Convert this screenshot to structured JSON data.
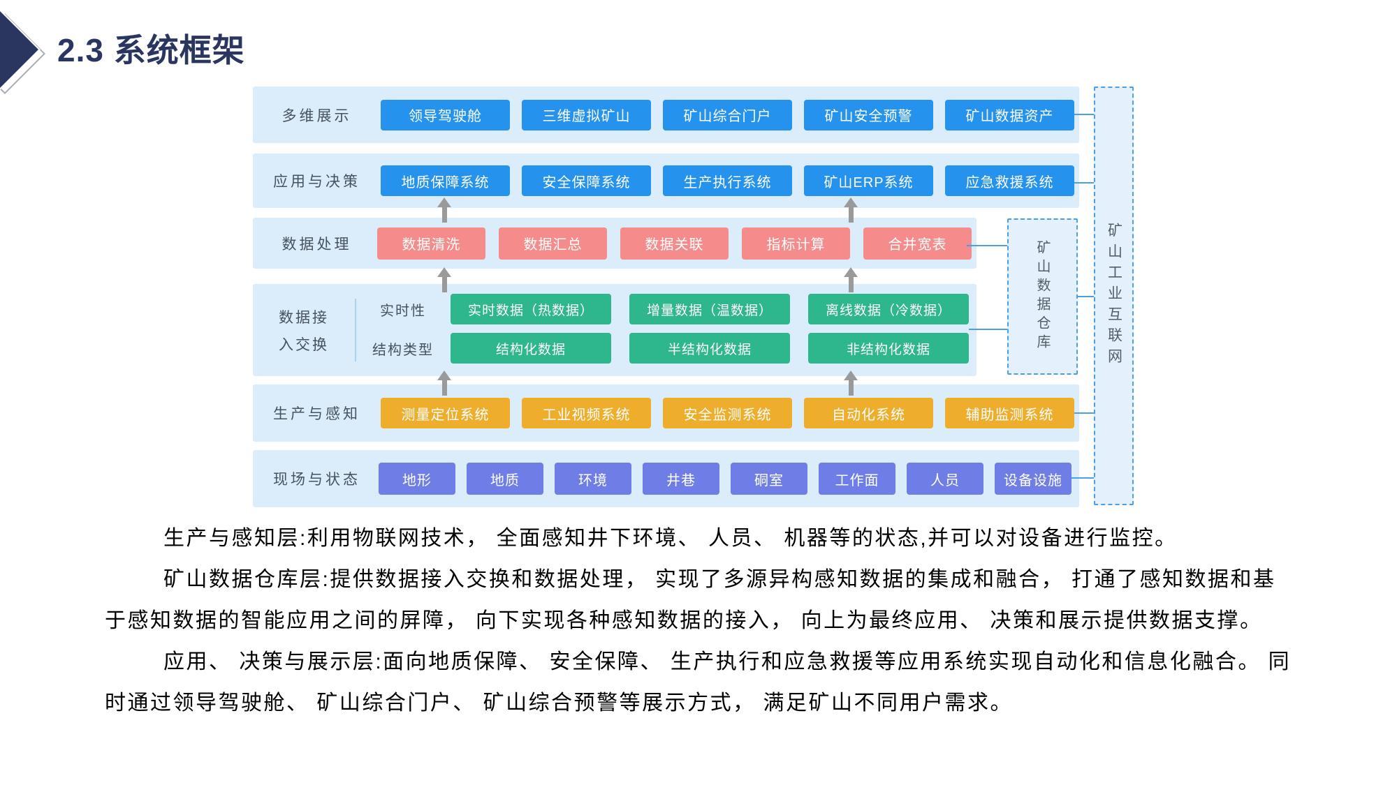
{
  "slide": {
    "title": "2.3 系统框架"
  },
  "diagram": {
    "layers": [
      {
        "label": "多维展示",
        "items": [
          "领导驾驶舱",
          "三维虚拟矿山",
          "矿山综合门户",
          "矿山安全预警",
          "矿山数据资产"
        ]
      },
      {
        "label": "应用与决策",
        "items": [
          "地质保障系统",
          "安全保障系统",
          "生产执行系统",
          "矿山ERP系统",
          "应急救援系统"
        ]
      },
      {
        "label": "数据处理",
        "items": [
          "数据清洗",
          "数据汇总",
          "数据关联",
          "指标计算",
          "合并宽表"
        ]
      },
      {
        "label": "数据接入交换",
        "label_line1": "数据接",
        "label_line2": "入交换",
        "sub_rows": [
          {
            "label": "实时性",
            "items": [
              "实时数据（热数据）",
              "增量数据（温数据）",
              "离线数据（冷数据）"
            ]
          },
          {
            "label": "结构类型",
            "items": [
              "结构化数据",
              "半结构化数据",
              "非结构化数据"
            ]
          }
        ]
      },
      {
        "label": "生产与感知",
        "items": [
          "测量定位系统",
          "工业视频系统",
          "安全监测系统",
          "自动化系统",
          "辅助监测系统"
        ]
      },
      {
        "label": "现场与状态",
        "items": [
          "地形",
          "地质",
          "环境",
          "井巷",
          "硐室",
          "工作面",
          "人员",
          "设备设施"
        ]
      }
    ],
    "warehouse_label": "矿山数据仓库",
    "internet_label": "矿山工业互联网"
  },
  "description": {
    "lines": [
      "生产与感知层:利用物联网技术， 全面感知井下环境、 人员、 机器等的状态,并可以对设备进行监控。",
      "矿山数据仓库层:提供数据接入交换和数据处理， 实现了多源异构感知数据的集成和融合， 打通了感知数据和基",
      "于感知数据的智能应用之间的屏障， 向下实现各种感知数据的接入， 向上为最终应用、 决策和展示提供数据支撑。",
      "应用、 决策与展示层:面向地质保障、 安全保障、 生产执行和应急救援等应用系统实现自动化和信息化融合。 同",
      "时通过领导驾驶舱、 矿山综合门户、 矿山综合预警等展示方式， 满足矿山不同用户需求。"
    ]
  },
  "colors": {
    "title": "#2a3560",
    "layer_bg": "#dbedfa",
    "blue": "#2593ee",
    "red": "#f58b8b",
    "green": "#2eb68d",
    "orange": "#eead2b",
    "purple": "#6f7de6",
    "dashed_border": "#4aa0e8",
    "dashed_fill": "#e4f1fc",
    "arrow": "#9a9a9a"
  }
}
